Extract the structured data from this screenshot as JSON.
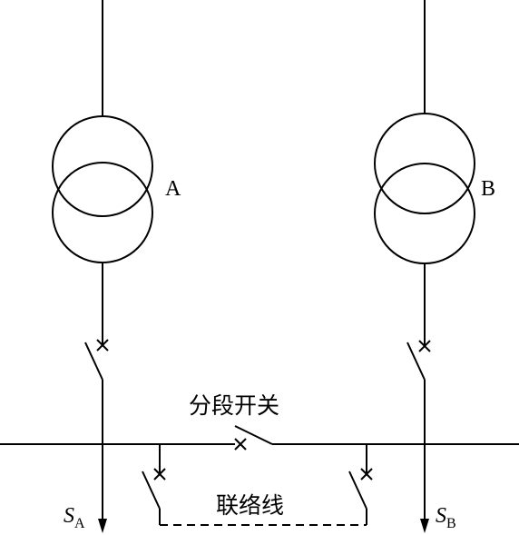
{
  "transformers": {
    "a": {
      "label": "A"
    },
    "b": {
      "label": "B"
    }
  },
  "bus": {
    "section_switch_label": "分段开关",
    "tie_line_label": "联络线"
  },
  "loads": {
    "a": {
      "symbol": "S",
      "subscript": "A"
    },
    "b": {
      "symbol": "S",
      "subscript": "B"
    }
  }
}
